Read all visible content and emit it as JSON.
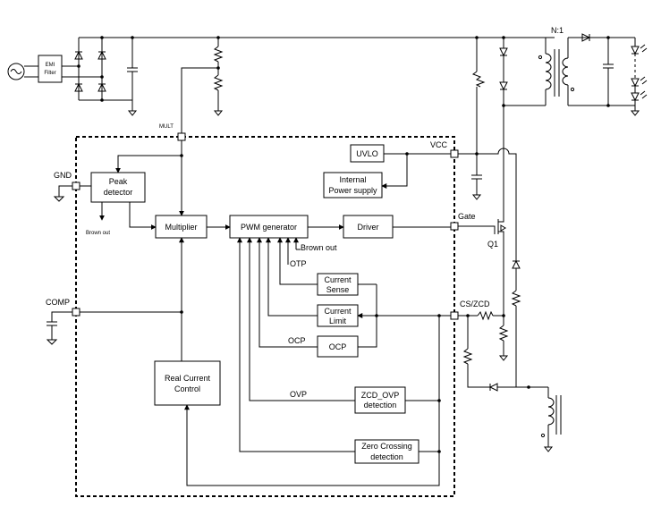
{
  "blocks": {
    "emi_filter": [
      "EMI",
      "Filter"
    ],
    "peak_detector": [
      "Peak",
      "detector"
    ],
    "multiplier": "Multiplier",
    "pwm_generator": "PWM generator",
    "driver": "Driver",
    "uvlo": "UVLO",
    "internal_power": [
      "Internal",
      "Power supply"
    ],
    "current_sense": [
      "Current",
      "Sense"
    ],
    "current_limit": [
      "Current",
      "Limit"
    ],
    "ocp": "OCP",
    "real_current_control": [
      "Real Current",
      "Control"
    ],
    "zcd_ovp": [
      "ZCD_OVP",
      "detection"
    ],
    "zero_crossing": [
      "Zero Crossing",
      "detection"
    ]
  },
  "pins": {
    "mult": "MULT",
    "gnd": "GND",
    "comp": "COMP",
    "vcc": "VCC",
    "gate": "Gate",
    "cs_zcd": "CS/ZCD"
  },
  "signals": {
    "brown_out_small": "Brown out",
    "brown_out": "Brown out",
    "otp": "OTP",
    "ocp": "OCP",
    "ovp": "OVP"
  },
  "components": {
    "q1": "Q1",
    "transformer_ratio": "N:1"
  }
}
